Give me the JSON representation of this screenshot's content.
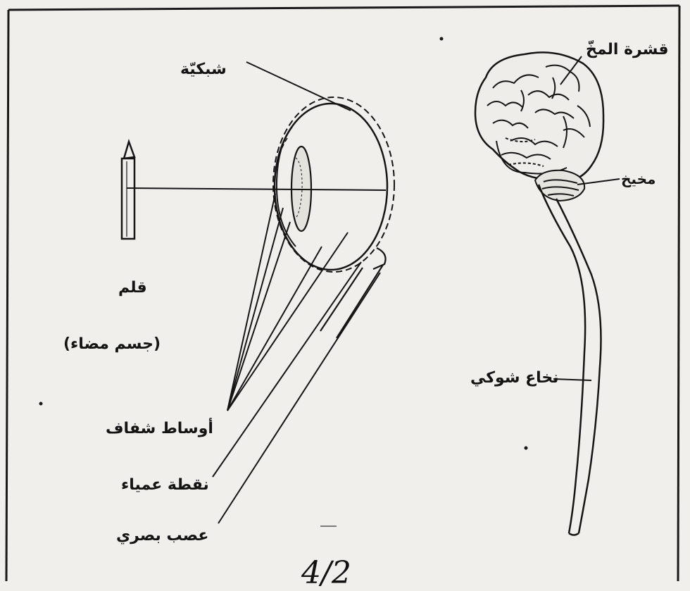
{
  "eye_figure": {
    "labels": {
      "retina": "شبكيّة",
      "pen": "قلم",
      "pen_note": "(جسم مضاء)",
      "transparent_media": "أوساط شفاف",
      "blind_spot": "نقطة عمياء",
      "optic_nerve": "عصب بصري"
    }
  },
  "nervous_system_figure": {
    "labels": {
      "cerebral_cortex": "قشرة المخّ",
      "cerebellum": "مخيخ",
      "spinal_cord": "نخاع شوكي"
    }
  },
  "page_number": "4/2",
  "colors": {
    "ink": "#141414",
    "paper": "#f1efec"
  }
}
